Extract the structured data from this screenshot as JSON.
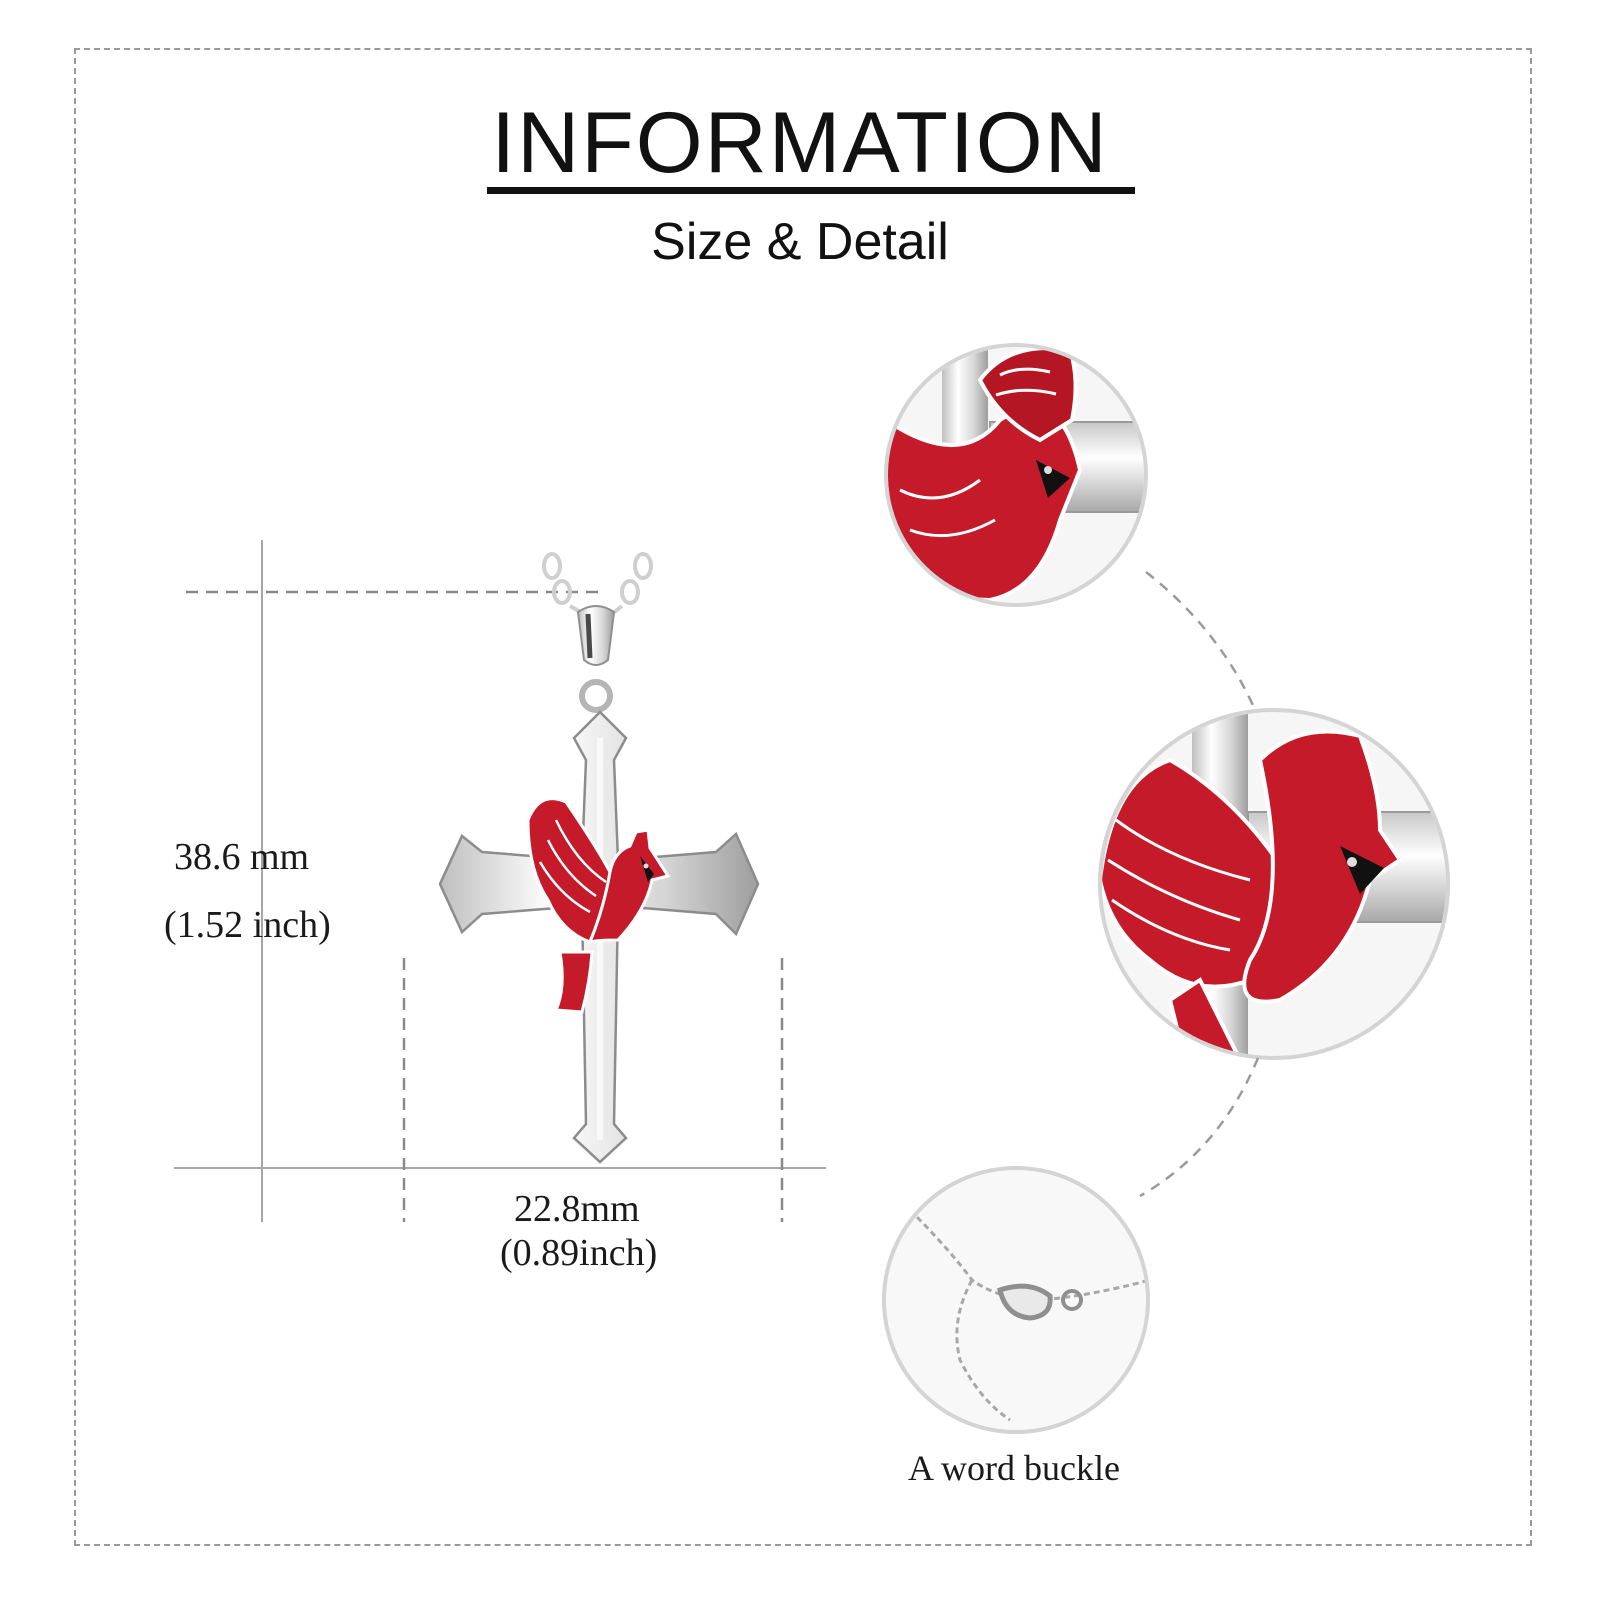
{
  "header": {
    "title": "INFORMATION",
    "subtitle": "Size & Detail"
  },
  "dimensions": {
    "height_mm": "38.6 mm",
    "height_inch": "(1.52 inch)",
    "width_mm": "22.8mm",
    "width_inch": "(0.89inch)"
  },
  "details": {
    "buckle_caption": "A word buckle"
  },
  "colors": {
    "cardinal_red": "#c41a2a",
    "silver": "#dcdcdc",
    "frame_dash": "#9a9a9a"
  }
}
